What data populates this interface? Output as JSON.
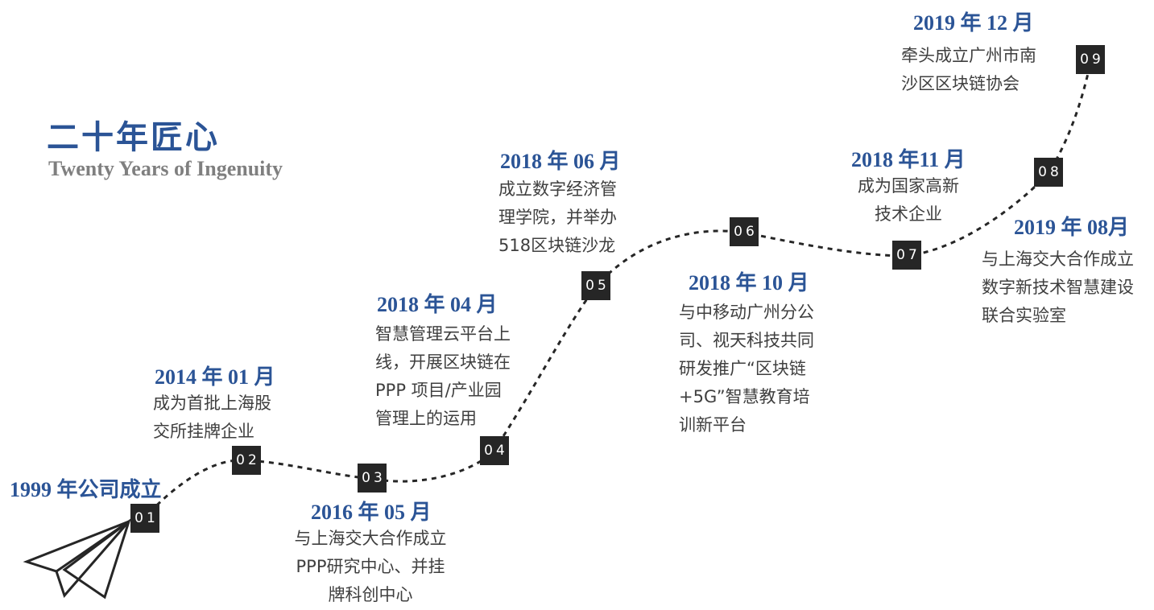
{
  "heading": {
    "title": "二十年匠心",
    "subtitle": "Twenty Years of Ingenuity"
  },
  "milestones": [
    {
      "num": "01",
      "date": "1999 年公司成立",
      "text": ""
    },
    {
      "num": "02",
      "date": "2014 年 01 月",
      "text": "成为首批上海股\n交所挂牌企业"
    },
    {
      "num": "03",
      "date": "2016 年 05 月",
      "text": "与上海交大合作成立\nPPP研究中心、并挂\n牌科创中心"
    },
    {
      "num": "04",
      "date": "2018 年 04 月",
      "text": "智慧管理云平台上\n线，开展区块链在\nPPP 项目/产业园\n管理上的运用"
    },
    {
      "num": "05",
      "date": "2018 年 06 月",
      "text": "成立数字经济管\n理学院，并举办\n518区块链沙龙"
    },
    {
      "num": "06",
      "date": "2018 年 10 月",
      "text": "与中移动广州分公\n司、视天科技共同\n研发推广“区块链\n+5G”智慧教育培\n训新平台"
    },
    {
      "num": "07",
      "date": "2018 年11 月",
      "text": "成为国家高新\n技术企业"
    },
    {
      "num": "08",
      "date": "2019 年 08月",
      "text": "与上海交大合作成立\n数字新技术智慧建设\n联合实验室"
    },
    {
      "num": "09",
      "date": "2019 年 12 月",
      "text": "牵头成立广州市南\n沙区区块链协会"
    }
  ],
  "colors": {
    "accent": "#2b5496",
    "marker": "#262626",
    "subtitle": "#7f7f7f",
    "text": "#3f3f3f"
  },
  "icons": {
    "plane": "paper-plane-icon"
  }
}
